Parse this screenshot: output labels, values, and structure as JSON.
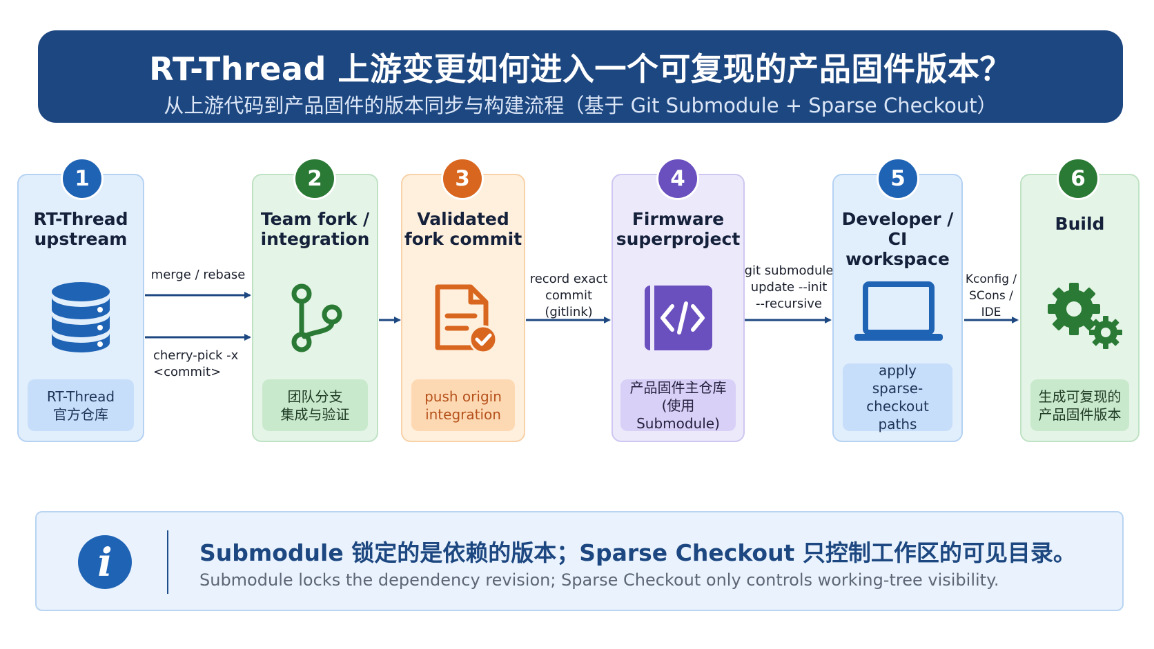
{
  "header": {
    "title": "RT-Thread 上游变更如何进入一个可复现的产品固件版本？",
    "subtitle": "从上游代码到产品固件的版本同步与构建流程（基于 Git Submodule + Sparse Checkout）"
  },
  "steps": [
    {
      "number": "1",
      "title": "RT-Thread\nupstream",
      "icon": "database-icon",
      "caption": "RT-Thread\n官方仓库",
      "color": "#1f63b5"
    },
    {
      "number": "2",
      "title": "Team fork /\nintegration",
      "icon": "git-branch-icon",
      "caption": "团队分支\n集成与验证",
      "color": "#2a7a35"
    },
    {
      "number": "3",
      "title": "Validated\nfork commit",
      "icon": "document-check-icon",
      "caption": "push origin\nintegration",
      "color": "#d9661f"
    },
    {
      "number": "4",
      "title": "Firmware\nsuperproject",
      "icon": "code-icon",
      "caption": "产品固件主仓库\n(使用 Submodule)",
      "color": "#6a4fbf"
    },
    {
      "number": "5",
      "title": "Developer / CI\nworkspace",
      "icon": "laptop-icon",
      "caption": "apply\nsparse-checkout\npaths",
      "color": "#1f63b5"
    },
    {
      "number": "6",
      "title": "Build",
      "icon": "gears-icon",
      "caption": "生成可复现的\n产品固件版本",
      "color": "#2a7a35"
    }
  ],
  "arrows": {
    "merge": "merge / rebase",
    "cherry_pick": "cherry-pick -x\n<commit>",
    "record": "record exact\ncommit (gitlink)",
    "submodule_update": "git submodule\nupdate --init\n--recursive",
    "kconfig": "Kconfig /\nSCons / IDE"
  },
  "info": {
    "icon": "info-icon",
    "glyph": "i",
    "title": "Submodule 锁定的是依赖的版本；Sparse Checkout 只控制工作区的可见目录。",
    "subtitle": "Submodule locks the dependency revision; Sparse Checkout only controls working-tree visibility."
  }
}
